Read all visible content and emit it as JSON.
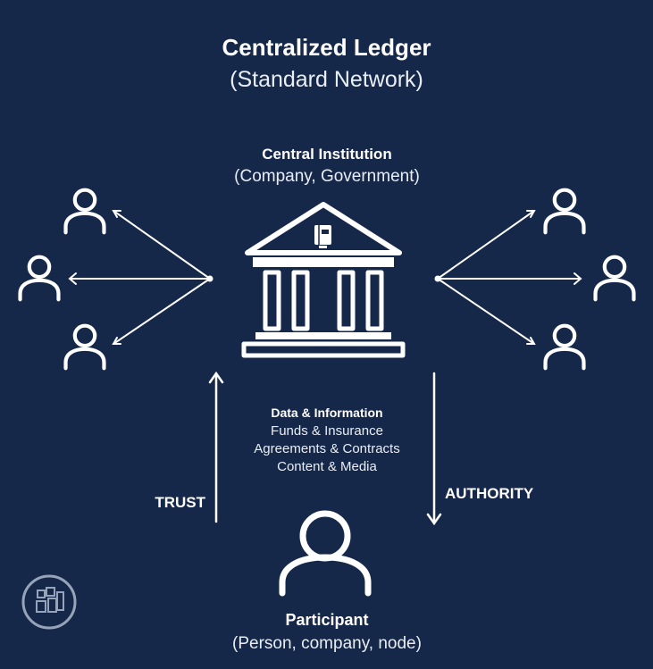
{
  "header": {
    "title": "Centralized Ledger",
    "subtitle": "(Standard Network)"
  },
  "institution": {
    "title": "Central Institution",
    "subtitle": "(Company, Government)"
  },
  "data_panel": {
    "heading": "Data & Information",
    "items": [
      "Funds & Insurance",
      "Agreements & Contracts",
      "Content & Media"
    ]
  },
  "labels": {
    "trust": "TRUST",
    "authority": "AUTHORITY"
  },
  "participant": {
    "title": "Participant",
    "subtitle": "(Person, company, node)"
  },
  "icons": {
    "institution": "bank-building-icon",
    "ledger": "ledger-book-icon",
    "person": "person-outline-icon",
    "logo": "brand-logo-icon"
  },
  "colors": {
    "background": "#16284a",
    "foreground": "#ffffff"
  }
}
